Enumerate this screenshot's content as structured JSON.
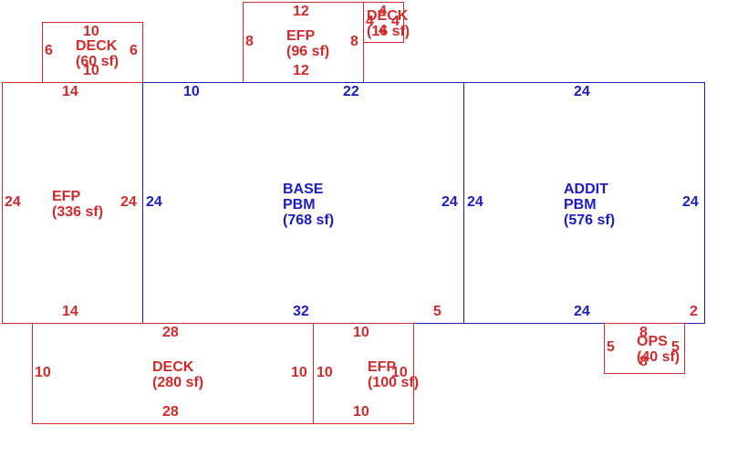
{
  "areas": {
    "deck_top_left": {
      "name": "DECK",
      "area": "(60 sf)",
      "top": "10",
      "bottom": "10",
      "left": "6",
      "right": "6"
    },
    "efp_top": {
      "name": "EFP",
      "area": "(96 sf)",
      "top": "12",
      "bottom": "12",
      "left": "8",
      "right": "8"
    },
    "deck_top_small": {
      "name": "DECK",
      "area": "(16 sf)",
      "top": "4",
      "bottom": "4",
      "left": "4",
      "right": "4"
    },
    "efp_left": {
      "name": "EFP",
      "area": "(336 sf)",
      "top": "14",
      "bottom": "14",
      "left": "24",
      "right": "24"
    },
    "base_pbm": {
      "name1": "BASE",
      "name2": "PBM",
      "area": "(768 sf)",
      "top_left": "10",
      "top": "22",
      "bottom": "32",
      "bottom_right": "5",
      "left": "24",
      "right": "24"
    },
    "addit_pbm": {
      "name1": "ADDIT",
      "name2": "PBM",
      "area": "(576 sf)",
      "top": "24",
      "bottom": "24",
      "bottom_right": "2",
      "left": "24",
      "right": "24"
    },
    "deck_bottom": {
      "name": "DECK",
      "area": "(280 sf)",
      "top": "28",
      "bottom": "28",
      "left": "10",
      "right": "10"
    },
    "efp_bottom": {
      "name": "EFP",
      "area": "(100 sf)",
      "top": "10",
      "bottom": "10",
      "left": "10",
      "right": "10"
    },
    "ops": {
      "name": "OPS",
      "area": "(40 sf)",
      "top": "8",
      "bottom": "8",
      "left": "5",
      "right": "5"
    }
  }
}
